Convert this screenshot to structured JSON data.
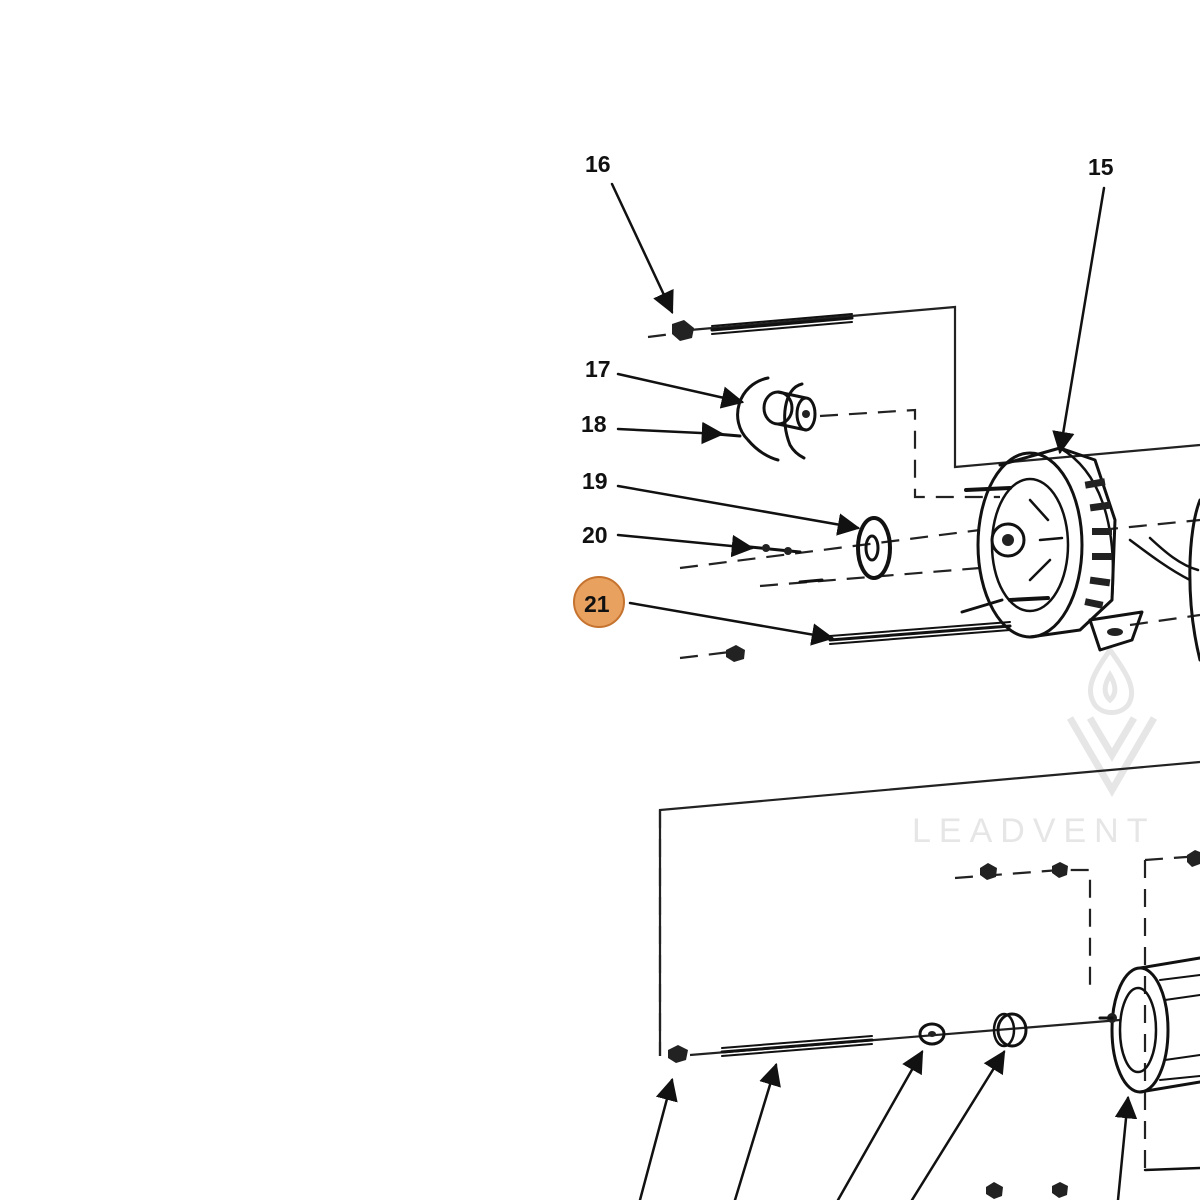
{
  "diagram": {
    "callouts": [
      {
        "id": "16",
        "label": "16"
      },
      {
        "id": "15",
        "label": "15"
      },
      {
        "id": "17",
        "label": "17"
      },
      {
        "id": "18",
        "label": "18"
      },
      {
        "id": "19",
        "label": "19"
      },
      {
        "id": "20",
        "label": "20"
      },
      {
        "id": "21",
        "label": "21",
        "highlighted": true
      }
    ],
    "highlight_color": "#e9a15f",
    "highlight_stroke": "#c5732f"
  },
  "watermark": {
    "text": "LEADVENT",
    "color": "#e6e6e6"
  }
}
